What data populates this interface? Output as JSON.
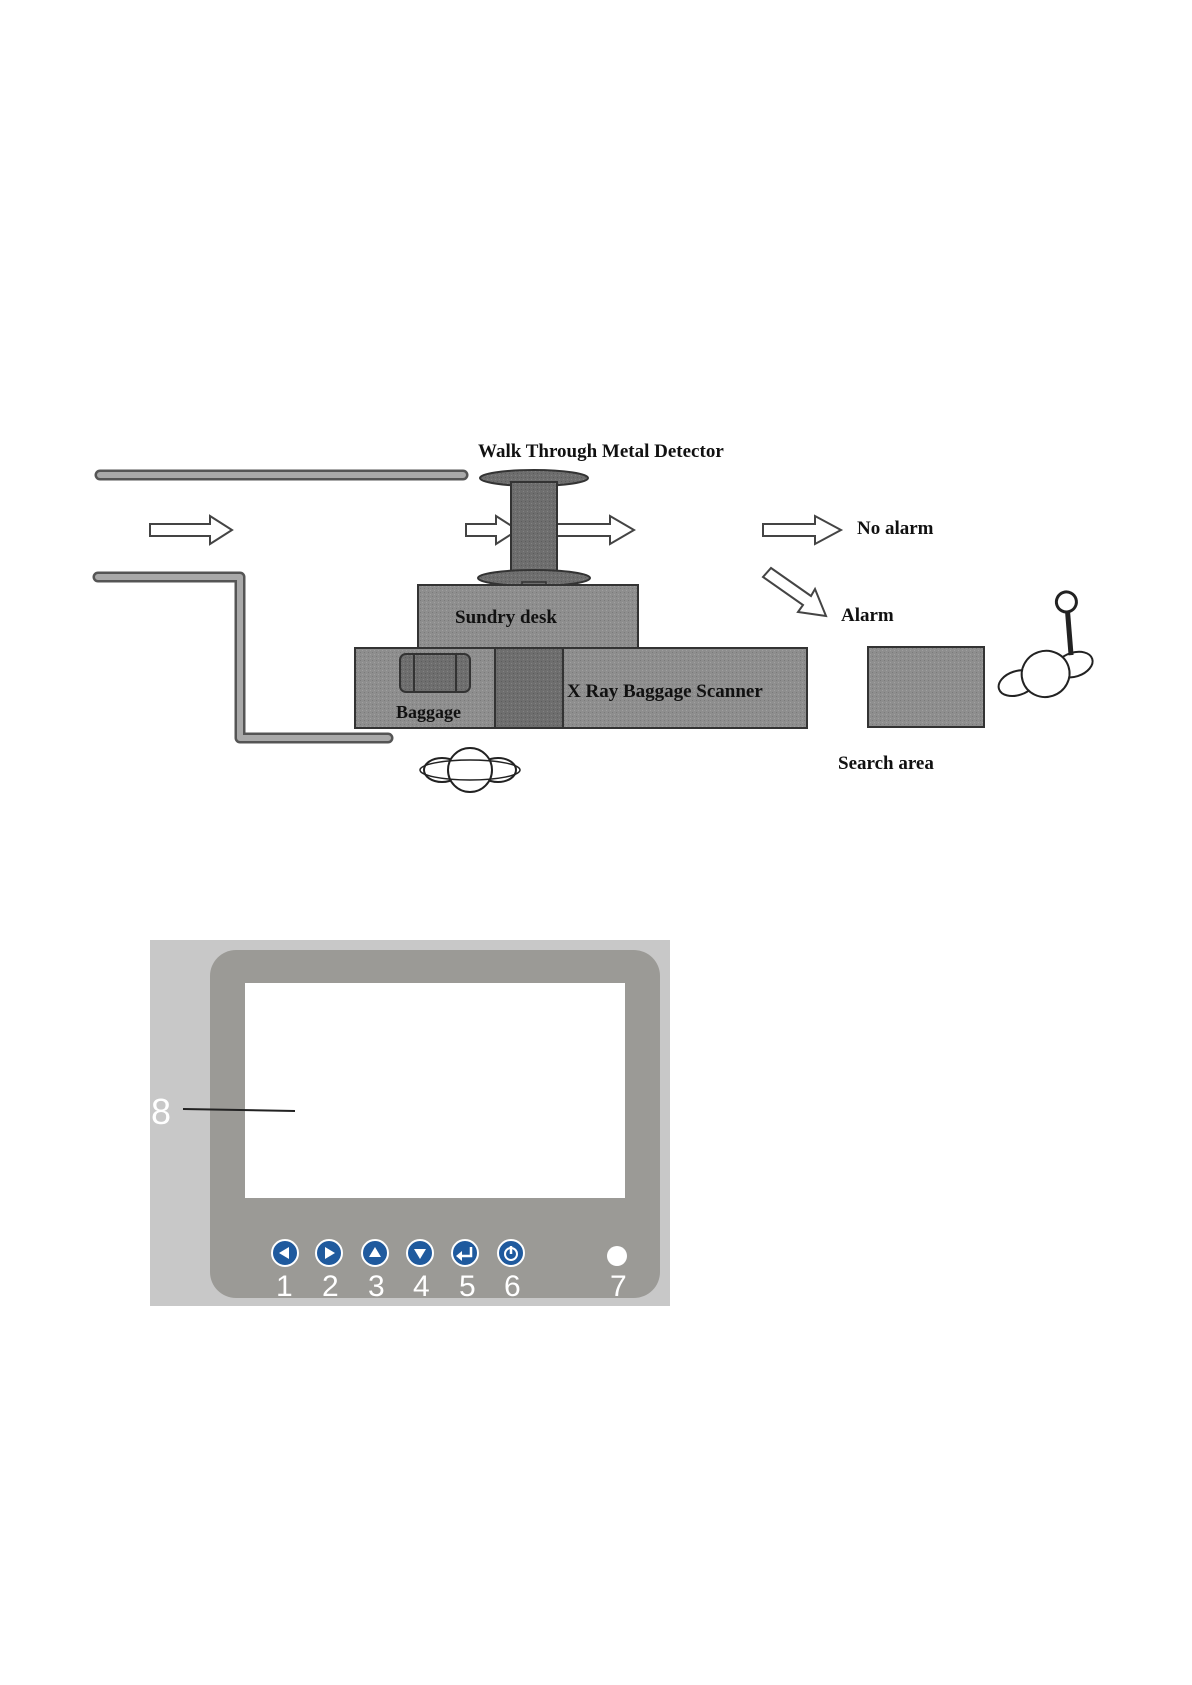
{
  "layout": {
    "title": "Walk Through Metal Detector",
    "no_alarm": "No alarm",
    "alarm": "Alarm",
    "sundry_desk": "Sundry desk",
    "baggage": "Baggage",
    "scanner": "X Ray Baggage Scanner",
    "search_area": "Search area"
  },
  "panel": {
    "callout_8": "8",
    "buttons": [
      {
        "number": "1",
        "icon": "left-arrow-icon"
      },
      {
        "number": "2",
        "icon": "right-arrow-icon"
      },
      {
        "number": "3",
        "icon": "up-arrow-icon"
      },
      {
        "number": "4",
        "icon": "down-arrow-icon"
      },
      {
        "number": "5",
        "icon": "enter-icon"
      },
      {
        "number": "6",
        "icon": "power-icon"
      }
    ],
    "indicator_number": "7",
    "colors": {
      "frame": "#c8c8c8",
      "bezel": "#9b9a96",
      "screen": "#ffffff",
      "button": "#1f5a9e",
      "indicator": "#ffffff"
    }
  }
}
